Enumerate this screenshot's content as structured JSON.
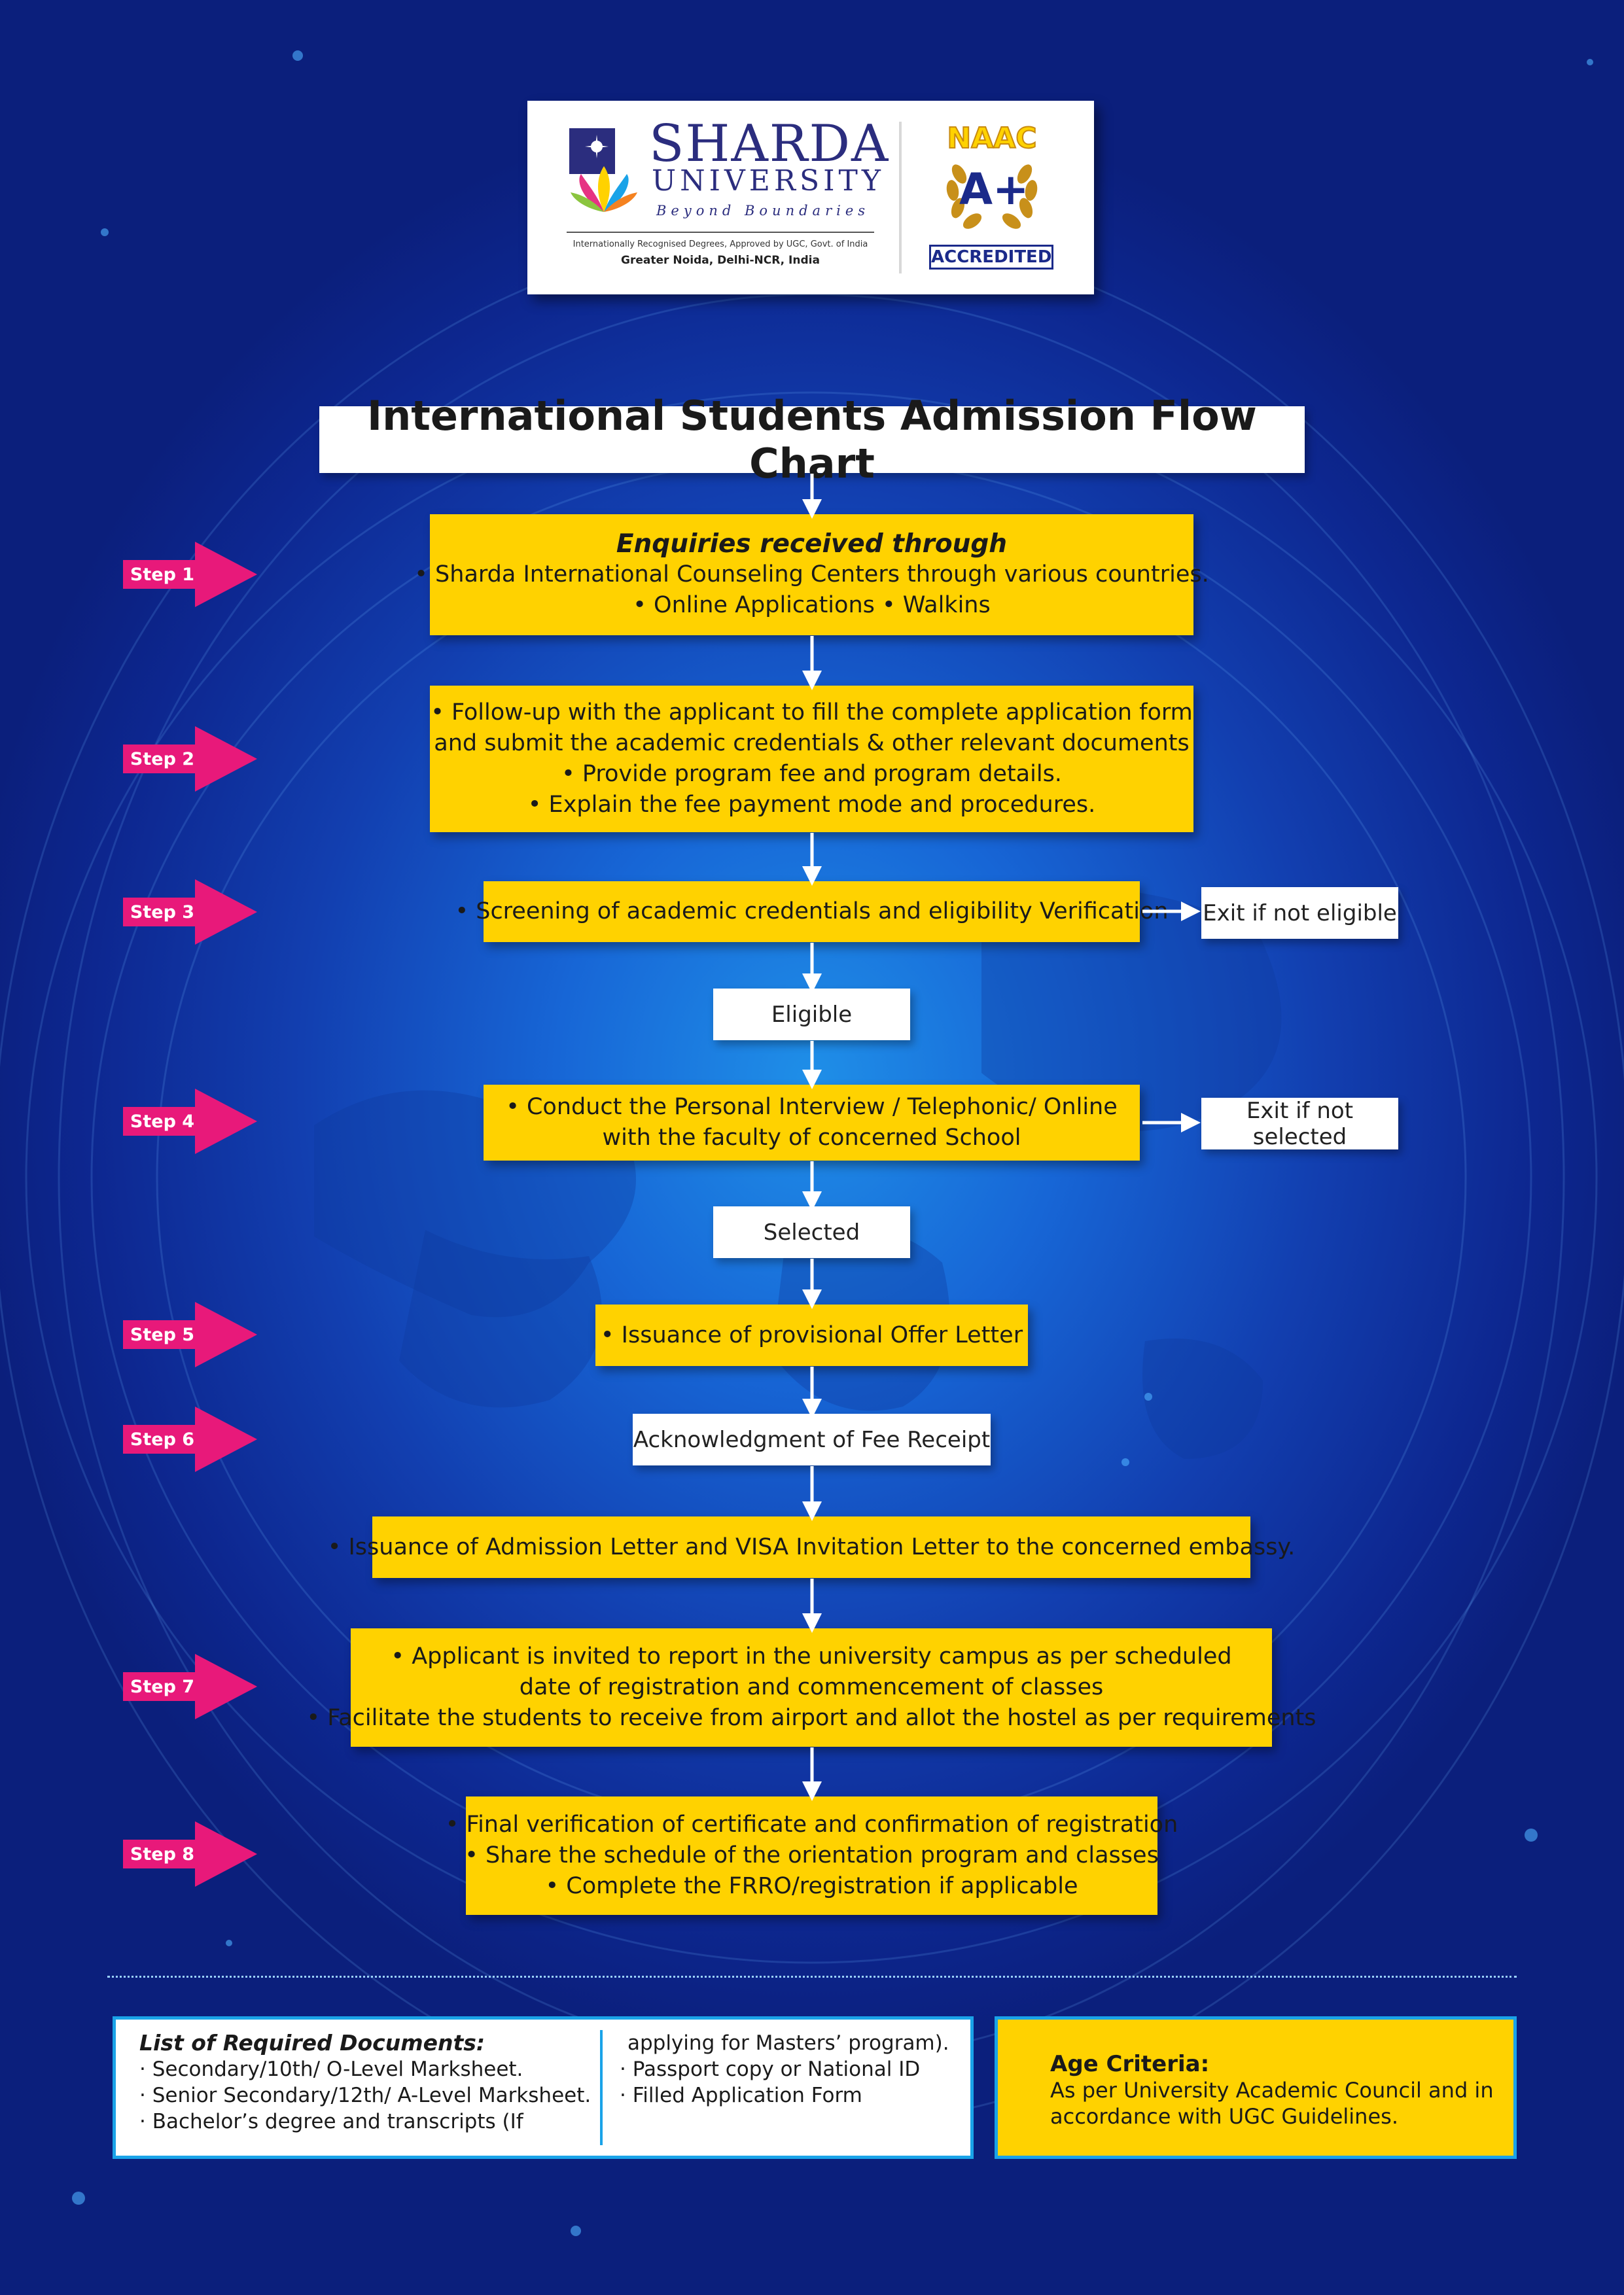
{
  "logo": {
    "name_line1": "SHARDA",
    "name_line2": "UNIVERSITY",
    "tagline": "Beyond Boundaries",
    "approval": "Internationally Recognised Degrees, Approved by UGC, Govt. of India",
    "location": "Greater Noida, Delhi-NCR, India"
  },
  "naac": {
    "top": "NAAC",
    "grade": "A+",
    "badge": "ACCREDITED"
  },
  "title": "International Students Admission Flow Chart",
  "steps": [
    "Step 1",
    "Step 2",
    "Step 3",
    "Step 4",
    "Step 5",
    "Step 6",
    "Step 7",
    "Step 8"
  ],
  "boxes": {
    "step1": {
      "heading": "Enquiries received through",
      "line1": "• Sharda International Counseling Centers through various countries.",
      "line2": "• Online Applications  •  Walkins"
    },
    "step2": {
      "line1": "• Follow-up with the applicant to fill the complete application form",
      "line2": "and submit the academic credentials & other relevant documents",
      "line3": "• Provide program fee and program details.",
      "line4": "• Explain the fee payment mode and procedures."
    },
    "step3": {
      "line1": "•  Screening of academic credentials and eligibility Verification"
    },
    "exit_eligible": "Exit if not eligible",
    "eligible": "Eligible",
    "step4": {
      "line1": "•  Conduct the Personal Interview / Telephonic/ Online",
      "line2": "with the faculty of concerned School"
    },
    "exit_selected": "Exit if not selected",
    "selected": "Selected",
    "step5": {
      "line1": "•  Issuance of provisional Offer Letter"
    },
    "step6": {
      "line1": "Acknowledgment of Fee Receipt"
    },
    "admission": {
      "line1": "•  Issuance of Admission Letter and VISA Invitation Letter to the concerned embassy."
    },
    "step7": {
      "line1": "•  Applicant is invited to report in the university campus as per scheduled",
      "line2": "date of registration and commencement of classes",
      "line3": "•  Facilitate the students to receive from airport and allot the hostel as per requirements"
    },
    "step8": {
      "line1": "•  Final verification of certificate and confirmation of registration",
      "line2": "•  Share the schedule of the orientation program and classes",
      "line3": "•  Complete the FRRO/registration if applicable"
    }
  },
  "documents": {
    "heading": "List of Required Documents:",
    "col1": [
      "·  Secondary/10th/ O-Level Marksheet.",
      "·  Senior Secondary/12th/ A-Level Marksheet.",
      "·  Bachelor’s degree and transcripts (If"
    ],
    "col2": [
      "applying for Masters’ program).",
      "·  Passport copy or National ID",
      "·  Filled Application Form"
    ]
  },
  "age": {
    "heading": "Age Criteria:",
    "line1": "As per University Academic Council and in",
    "line2": "accordance with UGC Guidelines."
  },
  "colors": {
    "yellow": "#ffd200",
    "pink": "#e8197a",
    "blue_border": "#1aa3e8",
    "navy": "#1b2a8a"
  }
}
